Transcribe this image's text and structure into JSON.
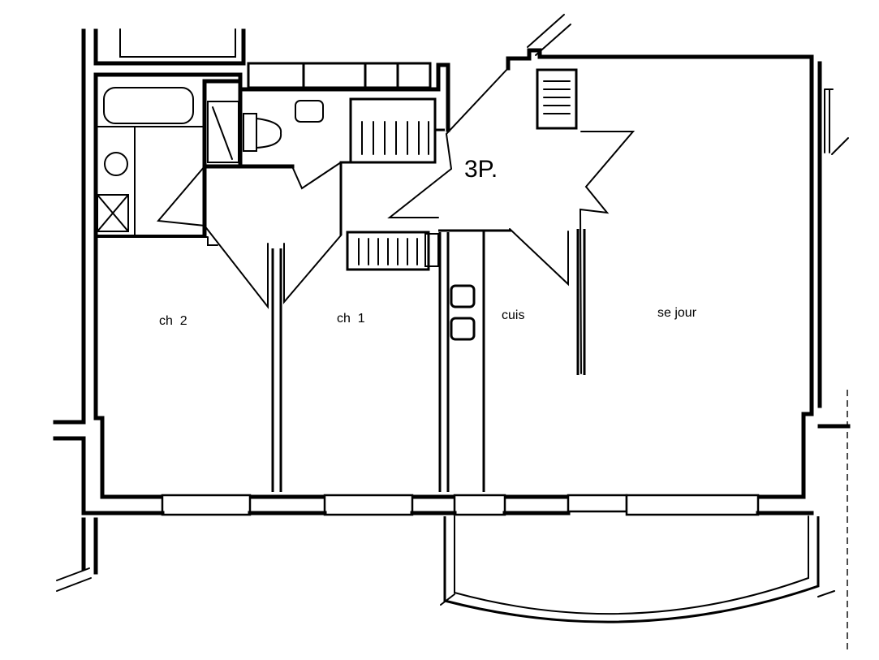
{
  "plan": {
    "title": "3P.",
    "rooms": [
      {
        "id": "ch2",
        "label": "ch  2"
      },
      {
        "id": "ch1",
        "label": "ch  1"
      },
      {
        "id": "cuis",
        "label": "cuis"
      },
      {
        "id": "sejour",
        "label": "se jour"
      }
    ]
  }
}
